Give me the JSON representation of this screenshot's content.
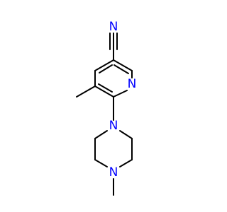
{
  "molecule": {
    "atoms": [
      {
        "id": "N_nitrile",
        "label": "N",
        "color": "#0000ff"
      },
      {
        "id": "N_pyridine",
        "label": "N",
        "color": "#0000ff"
      },
      {
        "id": "N_piperazine_1",
        "label": "N",
        "color": "#0000ff"
      },
      {
        "id": "N_piperazine_4",
        "label": "N",
        "color": "#0000ff"
      }
    ],
    "bond_color": "#000000",
    "background": "#ffffff"
  }
}
